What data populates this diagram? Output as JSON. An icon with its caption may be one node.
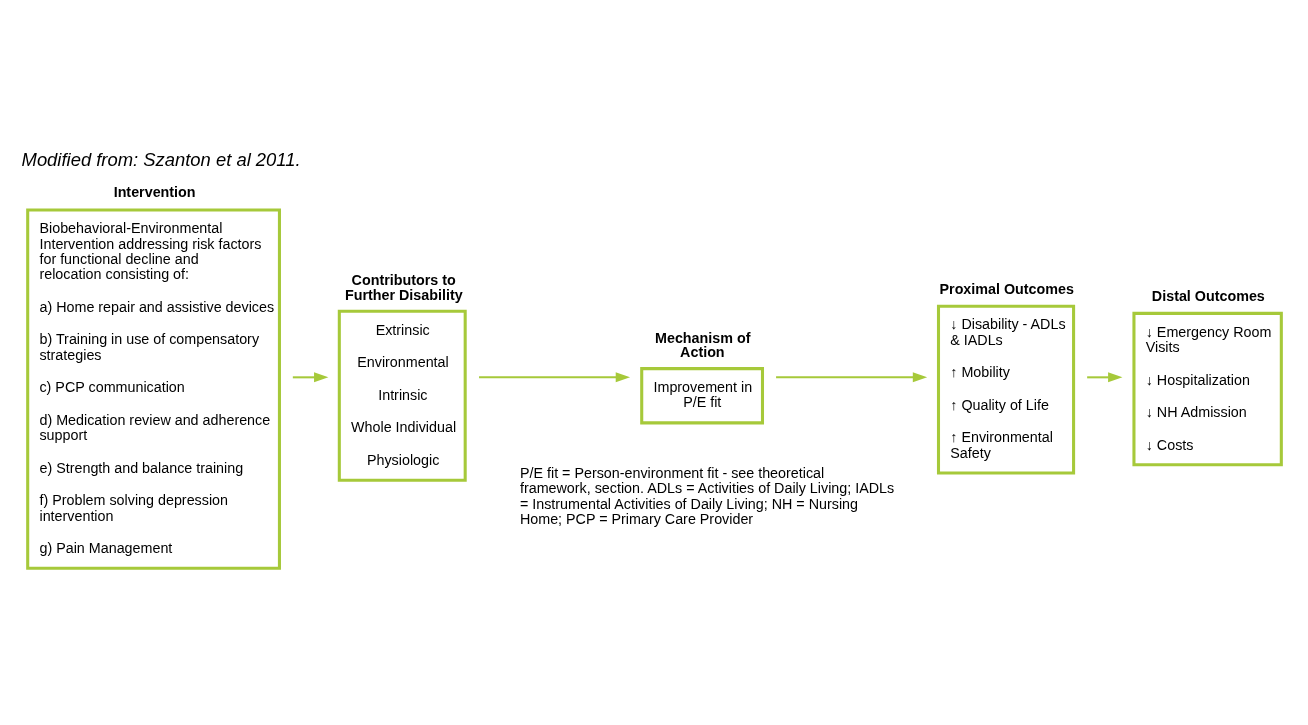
{
  "diagram": {
    "title": "Modified from: Szanton et al 2011.",
    "nodes": [
      {
        "text": [
          "Intervention",
          "Biobehavioral-Environmental Intervention addressing risk factors for functional decline and relocation consisting of:",
          "a) Home repair and assistive devices",
          "b) Training in use of compensatory strategies",
          "c) PCP communication",
          "d) Medication review and adherence support",
          "e) Strength and balance training",
          "f) Problem solving depression intervention",
          "g) Pain Management"
        ]
      },
      {
        "text": [
          "Contributors to Further Disability",
          "Extrinsic",
          "Environmental",
          "Intrinsic",
          "Whole Individual",
          "Physiologic"
        ]
      },
      {
        "text": [
          "Mechanism of Action",
          "Improvement in P/E fit"
        ]
      },
      {
        "text": [
          "Proximal Outcomes",
          "↓ Disability - ADLs & IADLs",
          "↑ Mobility",
          "↑ Quality of Life",
          "↑ Environmental Safety"
        ]
      },
      {
        "text": [
          "Distal Outcomes",
          "↓ Emergency Room Visits",
          "↓ Hospitalization",
          "↓ NH Admission",
          "↓ Costs"
        ]
      }
    ],
    "edges": [
      {
        "from": 0,
        "to": 1,
        "arrow": "to"
      },
      {
        "from": 1,
        "to": 2,
        "arrow": "to"
      },
      {
        "from": 2,
        "to": 3,
        "arrow": "to"
      },
      {
        "from": 3,
        "to": 4,
        "arrow": "to"
      }
    ],
    "labels": [
      "P/E fit = Person-environment fit - see theoretical framework, section. ADLs = Activities of Daily Living; IADLs = Instrumental Activities of Daily Living; NH = Nursing Home; PCP = Primary Care Provider"
    ]
  }
}
